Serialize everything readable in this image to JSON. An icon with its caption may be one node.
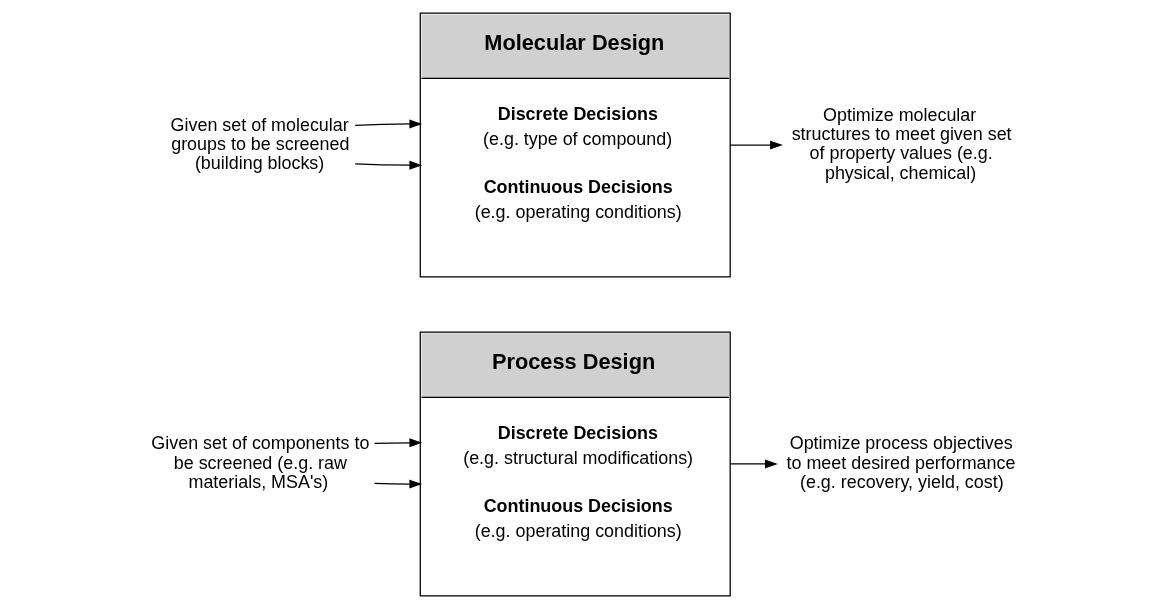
{
  "diagram": {
    "nodes": [
      {
        "text": [
          "Molecular Design",
          "Discrete Decisions",
          "(e.g. type of compound)",
          "Continuous Decisions",
          "(e.g. operating conditions)"
        ]
      },
      {
        "text": [
          "Given set of molecular groups to be screened (building blocks)"
        ]
      },
      {
        "text": [
          "Optimize molecular structures to meet given set of property values (e.g. physical, chemical)"
        ]
      },
      {
        "text": [
          "Process Design",
          "Discrete Decisions",
          "(e.g. structural modifications)",
          "Continuous Decisions",
          "(e.g. operating conditions)"
        ]
      },
      {
        "text": [
          "Given set of components to be screened (e.g. raw materials, MSA's)"
        ]
      },
      {
        "text": [
          "Optimize process objectives to meet desired performance (e.g. recovery, yield, cost)"
        ]
      }
    ],
    "edges": [
      {
        "from": 1,
        "to": 0,
        "arrow": "to"
      },
      {
        "from": 1,
        "to": 0,
        "arrow": "to"
      },
      {
        "from": 0,
        "to": 2,
        "arrow": "to"
      },
      {
        "from": 4,
        "to": 3,
        "arrow": "to"
      },
      {
        "from": 4,
        "to": 3,
        "arrow": "to"
      },
      {
        "from": 3,
        "to": 5,
        "arrow": "to"
      }
    ]
  }
}
